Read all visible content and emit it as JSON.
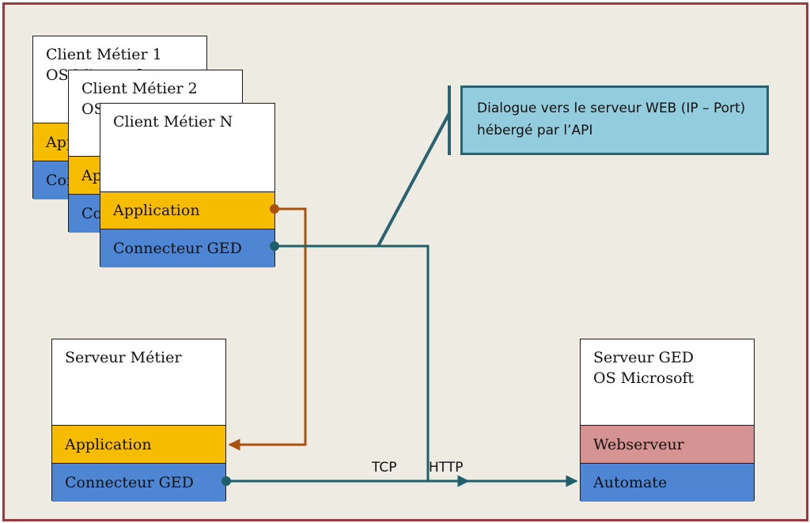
{
  "client1": {
    "title_line1": "Client Métier 1",
    "title_line2": "OS Microsoft",
    "app": "Application",
    "ged": "Connecteur GED"
  },
  "client2": {
    "title_line1": "Client Métier 2",
    "title_line2": "OS Microsoft",
    "app": "Application",
    "ged": "Connecteur GED"
  },
  "clientN": {
    "title": "Client Métier N",
    "app": "Application",
    "ged": "Connecteur GED"
  },
  "server_metier": {
    "title": "Serveur Métier",
    "app": "Application",
    "ged": "Connecteur GED"
  },
  "server_ged": {
    "title_line1": "Serveur GED",
    "title_line2": "OS Microsoft",
    "web": "Webserveur",
    "automate": "Automate"
  },
  "callout": {
    "text": "Dialogue vers le serveur WEB (IP – Port) hébergé par l’API"
  },
  "labels": {
    "tcp": "TCP",
    "http": "HTTP"
  },
  "colors": {
    "application": "#f6bd00",
    "connecteur": "#4f86d3",
    "webserveur": "#d69393",
    "link_app": "#a9500f",
    "link_ged": "#1f5f6b",
    "frame": "#9b3a3a"
  }
}
